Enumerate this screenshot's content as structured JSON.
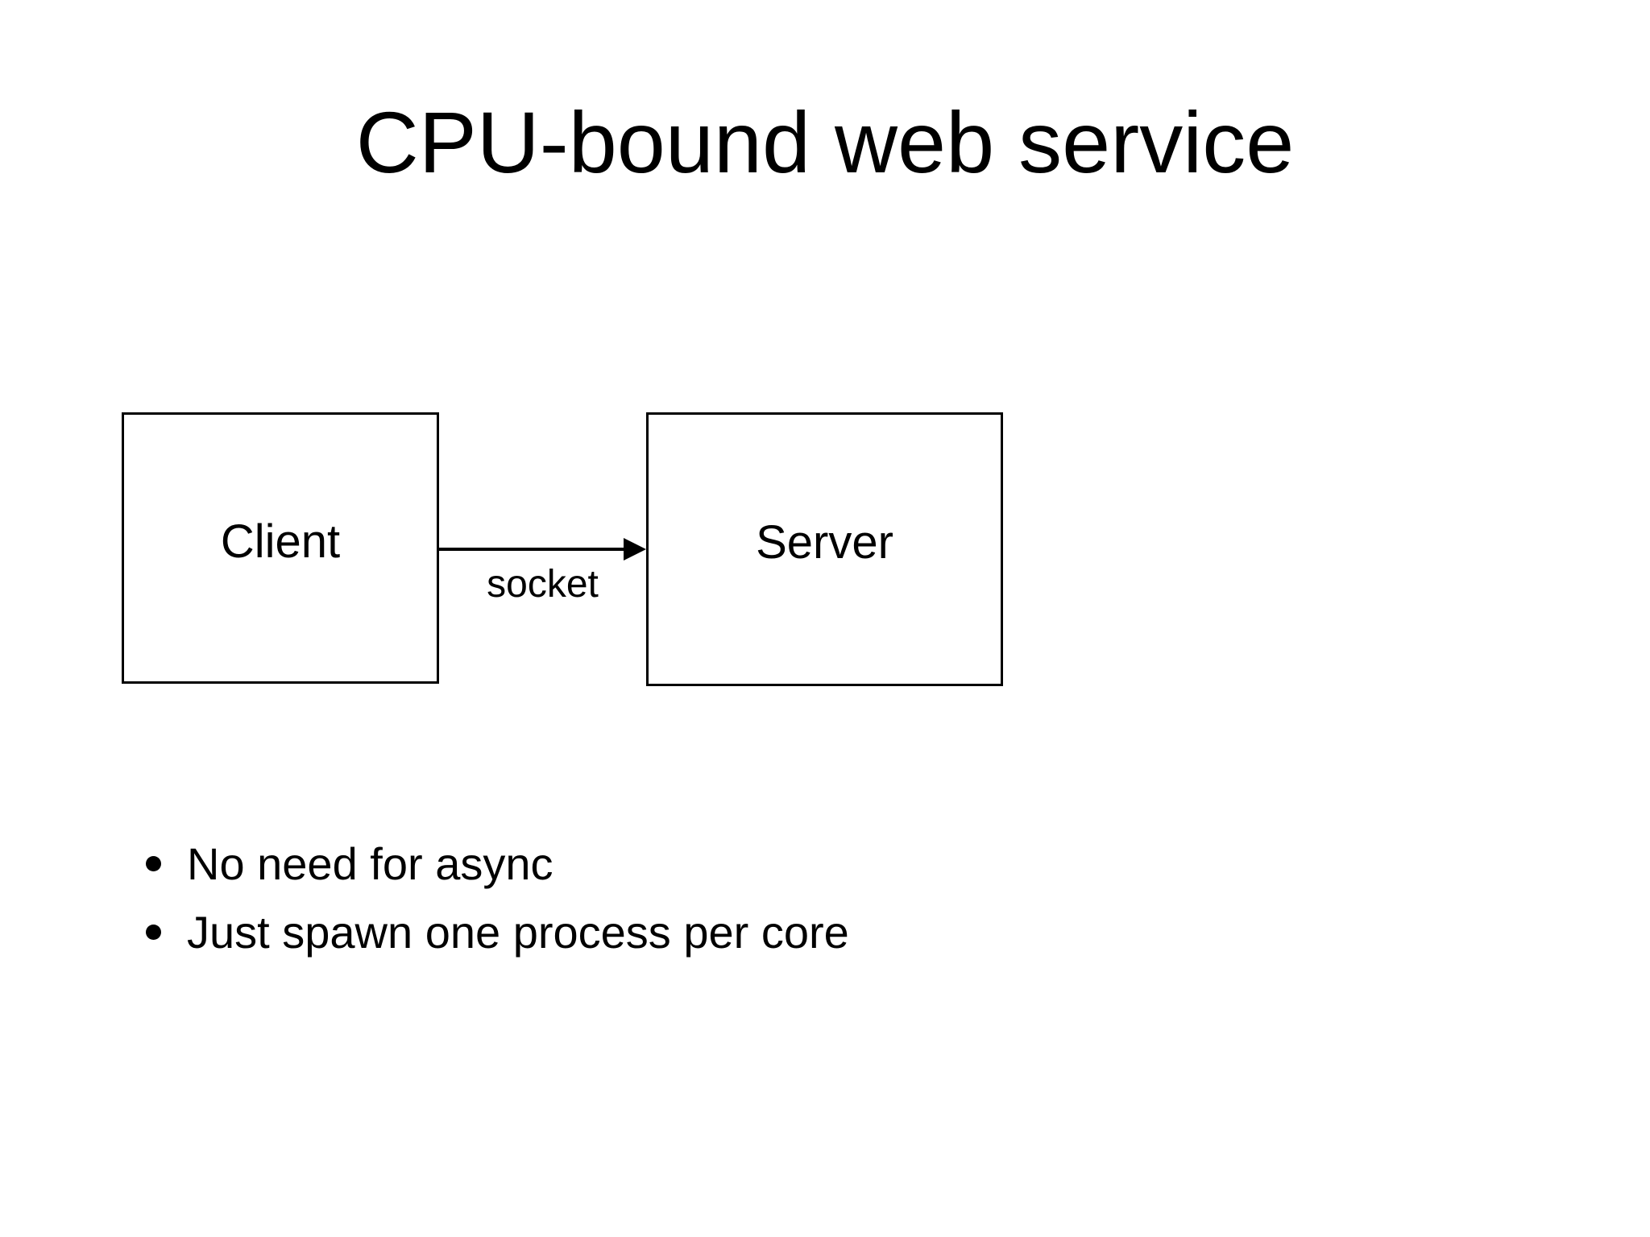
{
  "slide": {
    "title": "CPU-bound web service",
    "diagram": {
      "client_label": "Client",
      "server_label": "Server",
      "arrow_label": "socket"
    },
    "bullets": [
      "No need for async",
      "Just spawn one process per core"
    ]
  },
  "colors": {
    "foreground": "#000000",
    "background": "#ffffff"
  }
}
